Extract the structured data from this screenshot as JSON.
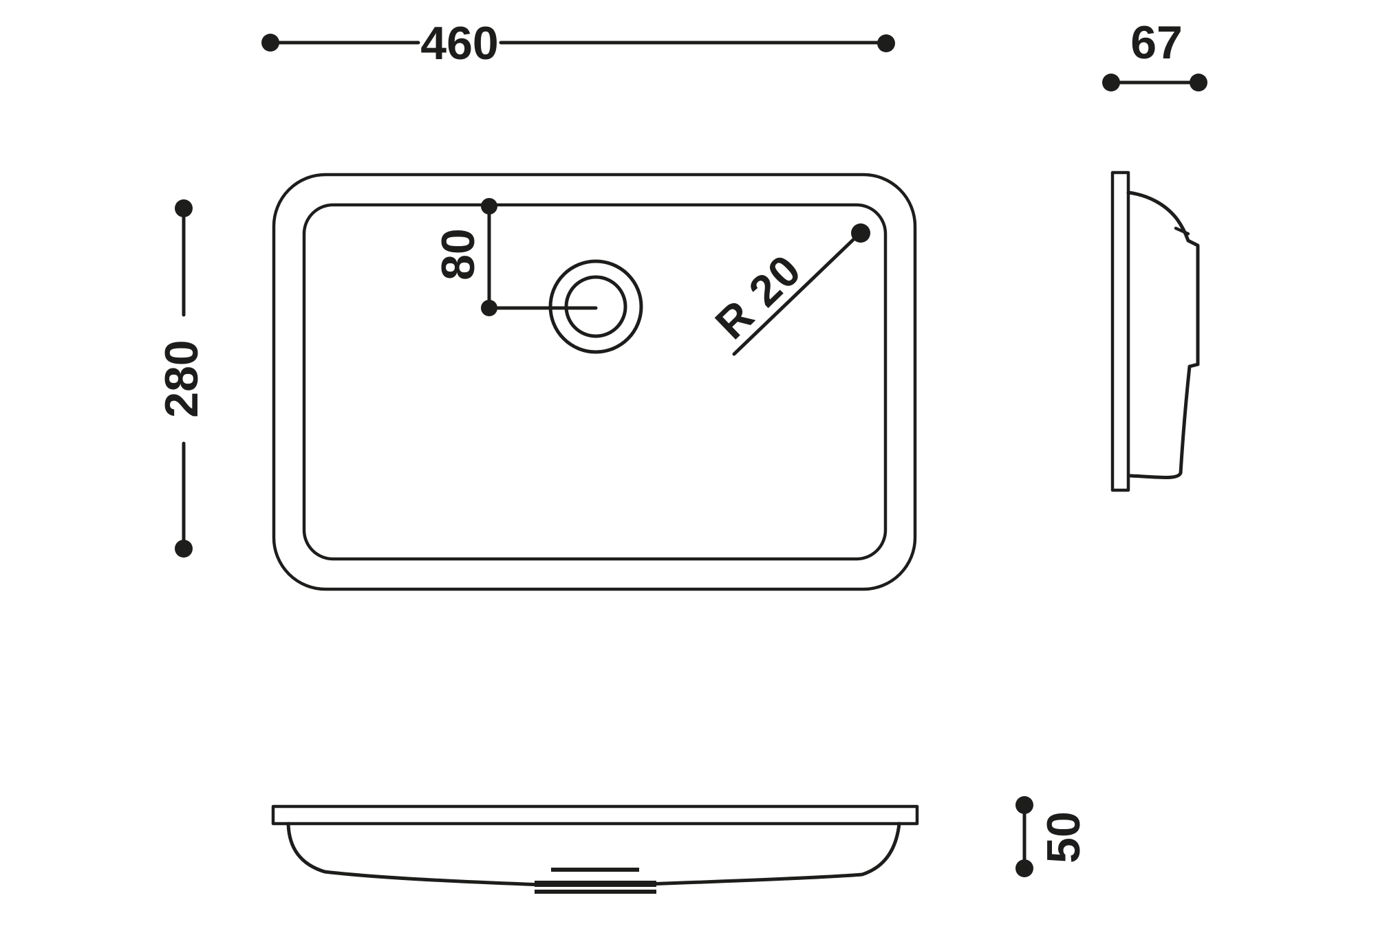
{
  "colors": {
    "ink": "#1d1d1b",
    "background": "#ffffff"
  },
  "dimensions": {
    "overall_width": "460",
    "overall_depth": "280",
    "drain_offset": "80",
    "corner_radius": "R 20",
    "side_width": "67",
    "bowl_height": "50"
  }
}
